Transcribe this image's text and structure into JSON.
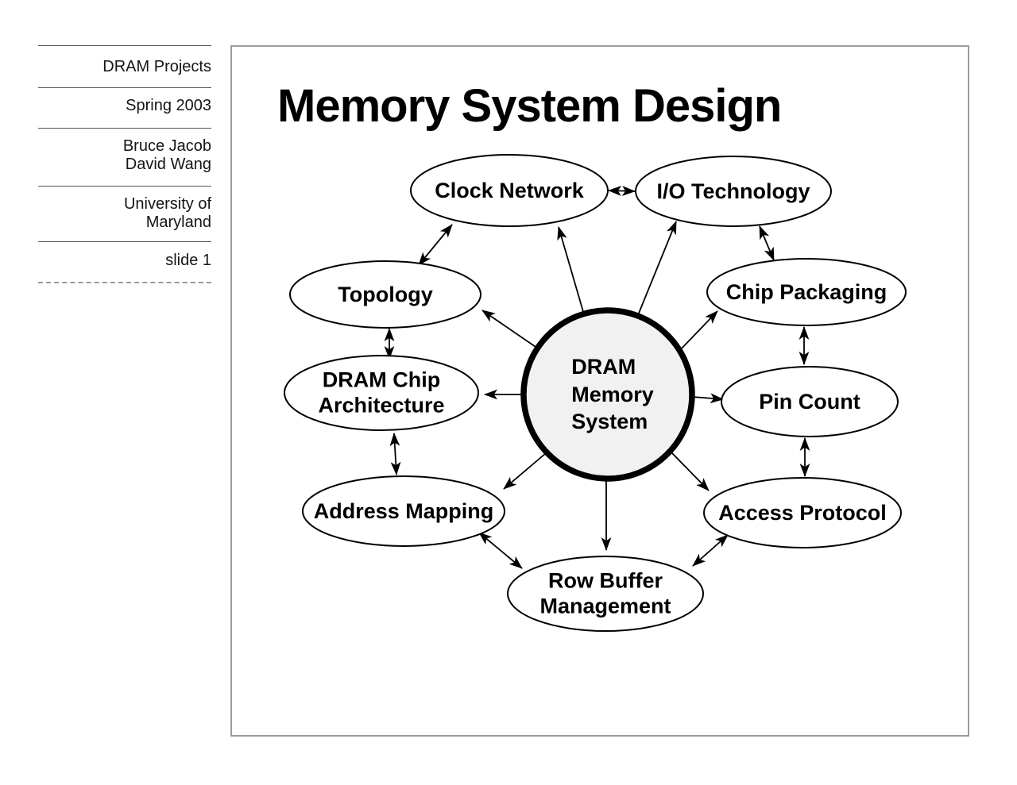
{
  "sidebar": {
    "items": [
      {
        "label": "DRAM Projects"
      },
      {
        "label": "Spring 2003"
      },
      {
        "label": "Bruce Jacob\nDavid Wang"
      },
      {
        "label": "University of\nMaryland"
      },
      {
        "label": "slide 1"
      }
    ]
  },
  "slide": {
    "title": "Memory System Design"
  },
  "diagram": {
    "center": {
      "id": "dram-memory-system",
      "label": "DRAM\nMemory\nSystem"
    },
    "nodes": [
      {
        "id": "clock-network",
        "label": "Clock Network"
      },
      {
        "id": "io-technology",
        "label": "I/O Technology"
      },
      {
        "id": "topology",
        "label": "Topology"
      },
      {
        "id": "chip-packaging",
        "label": "Chip Packaging"
      },
      {
        "id": "dram-chip-architecture",
        "label": "DRAM Chip\nArchitecture"
      },
      {
        "id": "pin-count",
        "label": "Pin Count"
      },
      {
        "id": "address-mapping",
        "label": "Address Mapping"
      },
      {
        "id": "access-protocol",
        "label": "Access Protocol"
      },
      {
        "id": "row-buffer-management",
        "label": "Row Buffer\nManagement"
      }
    ],
    "spokes": [
      "clock-network",
      "io-technology",
      "topology",
      "chip-packaging",
      "dram-chip-architecture",
      "pin-count",
      "address-mapping",
      "access-protocol",
      "row-buffer-management"
    ],
    "edges": [
      [
        "clock-network",
        "io-technology"
      ],
      [
        "clock-network",
        "topology"
      ],
      [
        "io-technology",
        "chip-packaging"
      ],
      [
        "topology",
        "dram-chip-architecture"
      ],
      [
        "chip-packaging",
        "pin-count"
      ],
      [
        "dram-chip-architecture",
        "address-mapping"
      ],
      [
        "pin-count",
        "access-protocol"
      ],
      [
        "address-mapping",
        "row-buffer-management"
      ],
      [
        "access-protocol",
        "row-buffer-management"
      ]
    ],
    "colors": {
      "stroke": "#000000",
      "center_fill": "#f1f1f1",
      "node_fill": "#ffffff",
      "frame_border": "#9b9b9b"
    }
  }
}
